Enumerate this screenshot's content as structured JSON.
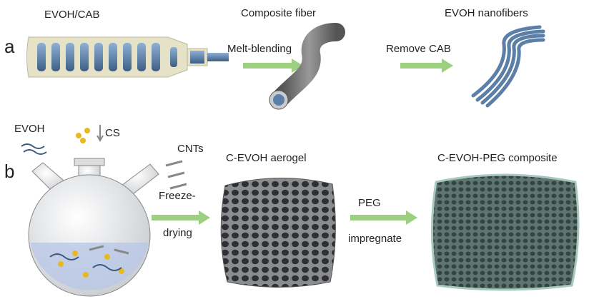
{
  "panel_a": {
    "letter": "a",
    "start_label": "EVOH/CAB",
    "step1": "Melt-blending",
    "mid_label": "Composite fiber",
    "step2": "Remove CAB",
    "end_label": "EVOH nanofibers"
  },
  "panel_b": {
    "letter": "b",
    "reagent_evoh": "EVOH",
    "reagent_cs": "CS",
    "reagent_cnts": "CNTs",
    "step1_line1": "Freeze-",
    "step1_line2": "drying",
    "mid_label": "C-EVOH aerogel",
    "step2_line1": "PEG",
    "step2_line2": "impregnate",
    "end_label": "C-EVOH-PEG composite"
  },
  "colors": {
    "arrow": "#9ccf7f",
    "fiber": "#5b7fa6",
    "aerogel": "#6b6d70",
    "composite": "#4d6360",
    "liquid": "#b9c8e6"
  }
}
